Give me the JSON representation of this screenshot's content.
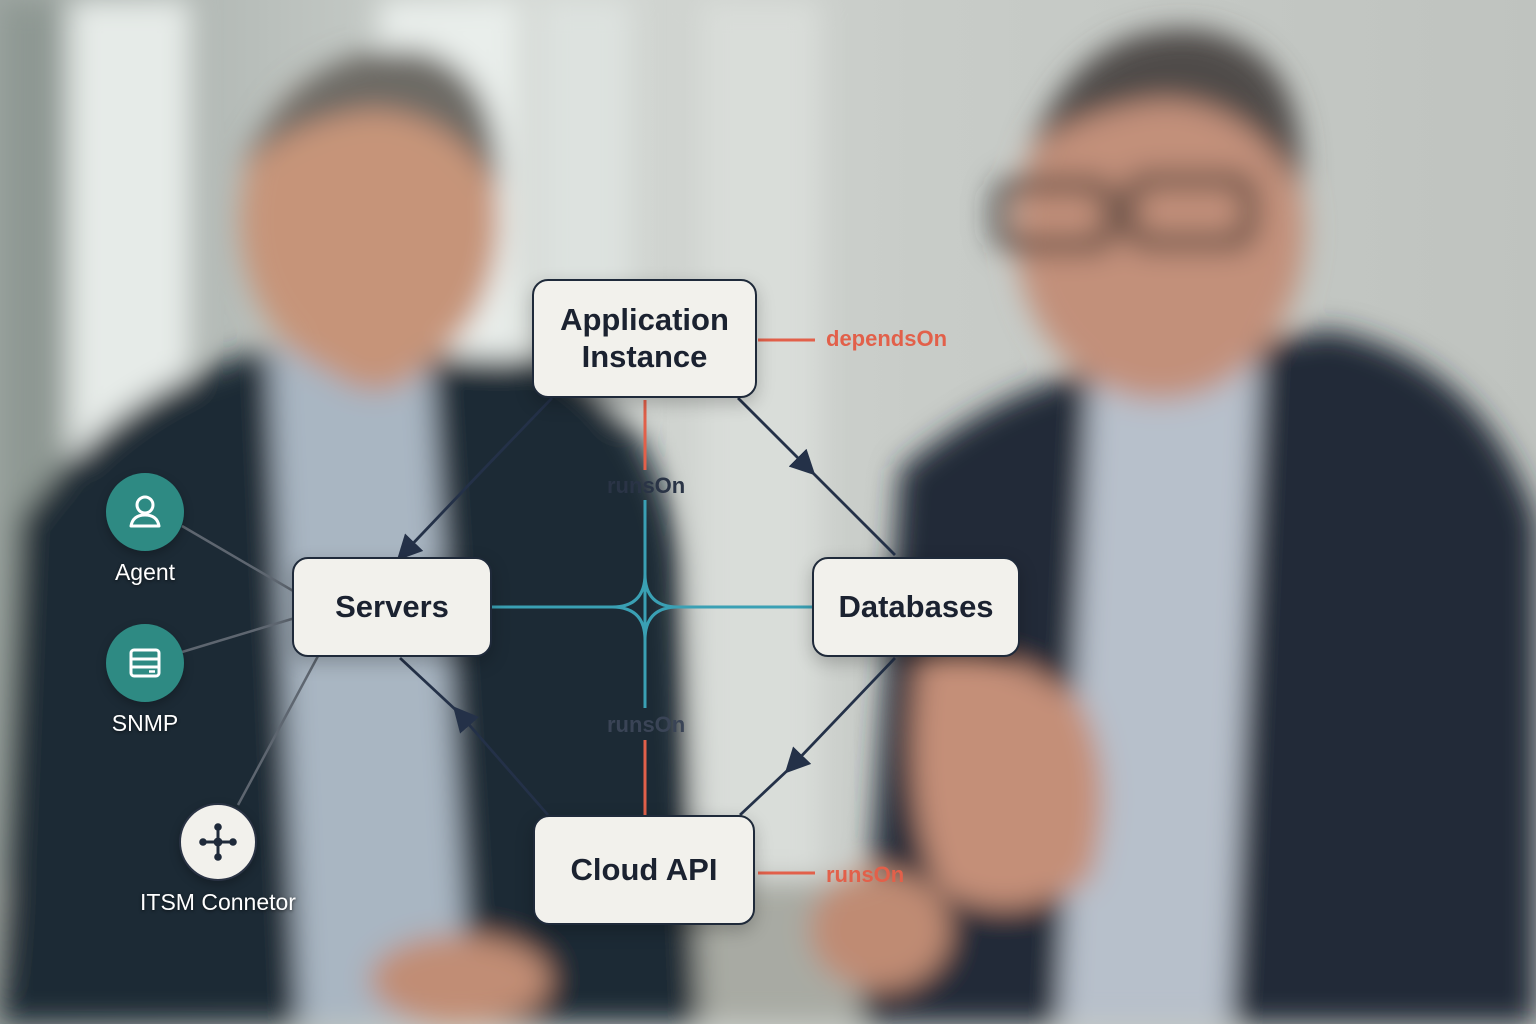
{
  "diagram": {
    "nodes": {
      "app_instance": {
        "line1": "Application",
        "line2": "Instance"
      },
      "servers": {
        "label": "Servers"
      },
      "databases": {
        "label": "Databases"
      },
      "cloud_api": {
        "label": "Cloud API"
      }
    },
    "edge_labels": {
      "depends_on": "dependsOn",
      "runs_on_top": "runsOn",
      "runs_on_bottom": "runsOn",
      "runs_on_right": "runsOn"
    },
    "sources": {
      "agent": {
        "label": "Agent",
        "icon": "user-icon"
      },
      "snmp": {
        "label": "SNMP",
        "icon": "server-icon"
      },
      "itsm": {
        "label": "ITSM Connetor",
        "icon": "network-hub-icon"
      }
    }
  },
  "colors": {
    "node_border": "#1f2a3a",
    "node_fill": "#f2f1ec",
    "edge_dark": "#243148",
    "edge_red": "#e2604a",
    "edge_teal": "#3aa0b4",
    "source_teal": "#2e8a83"
  }
}
